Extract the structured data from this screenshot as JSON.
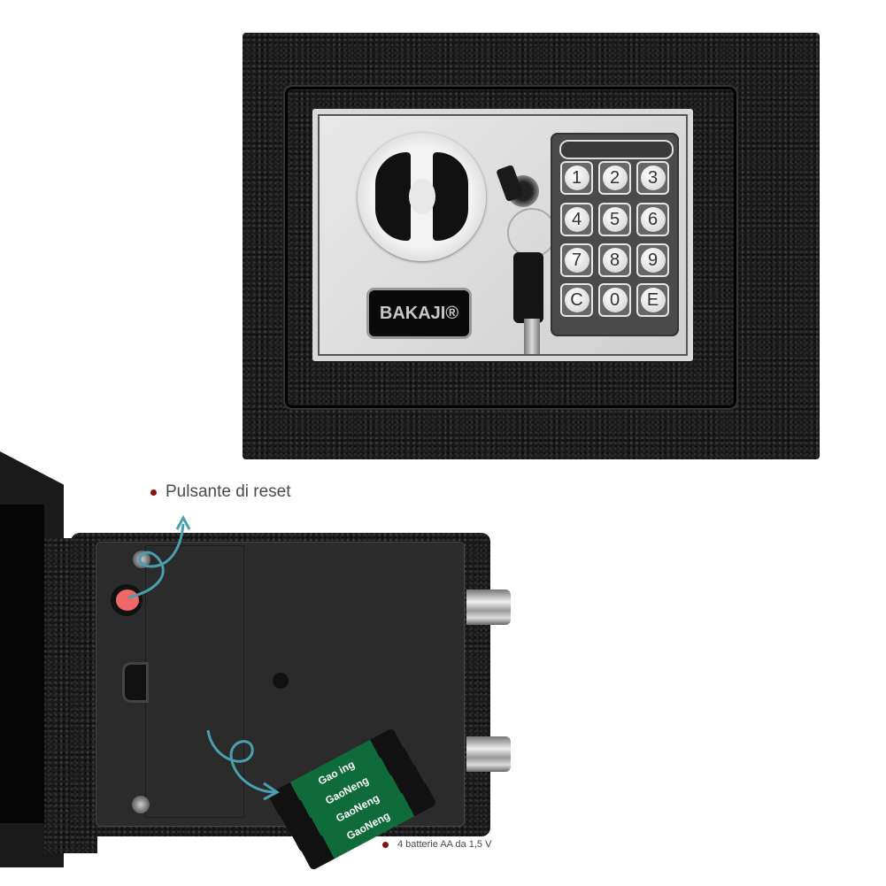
{
  "product": {
    "brand_logo": "BAKAJI®",
    "keypad": {
      "keys": [
        "1",
        "2",
        "3",
        "4",
        "5",
        "6",
        "7",
        "8",
        "9",
        "C",
        "0",
        "E"
      ]
    }
  },
  "callouts": {
    "reset": {
      "label": "Pulsante di reset",
      "bullet_color": "#8b1212"
    },
    "batteries": {
      "label": "4 batterie AA da 1,5 V",
      "bullet_color": "#8b1212"
    }
  },
  "batteries": {
    "brand": "GaoNeng",
    "top_label": "Gao ing",
    "count": 4,
    "type": "AA"
  },
  "colors": {
    "safe_body": "#1a1a1a",
    "panel": "#dcdcdc",
    "reset_button": "#f06868",
    "arrow": "#4a9fae",
    "label_text": "#4a4a4a"
  }
}
